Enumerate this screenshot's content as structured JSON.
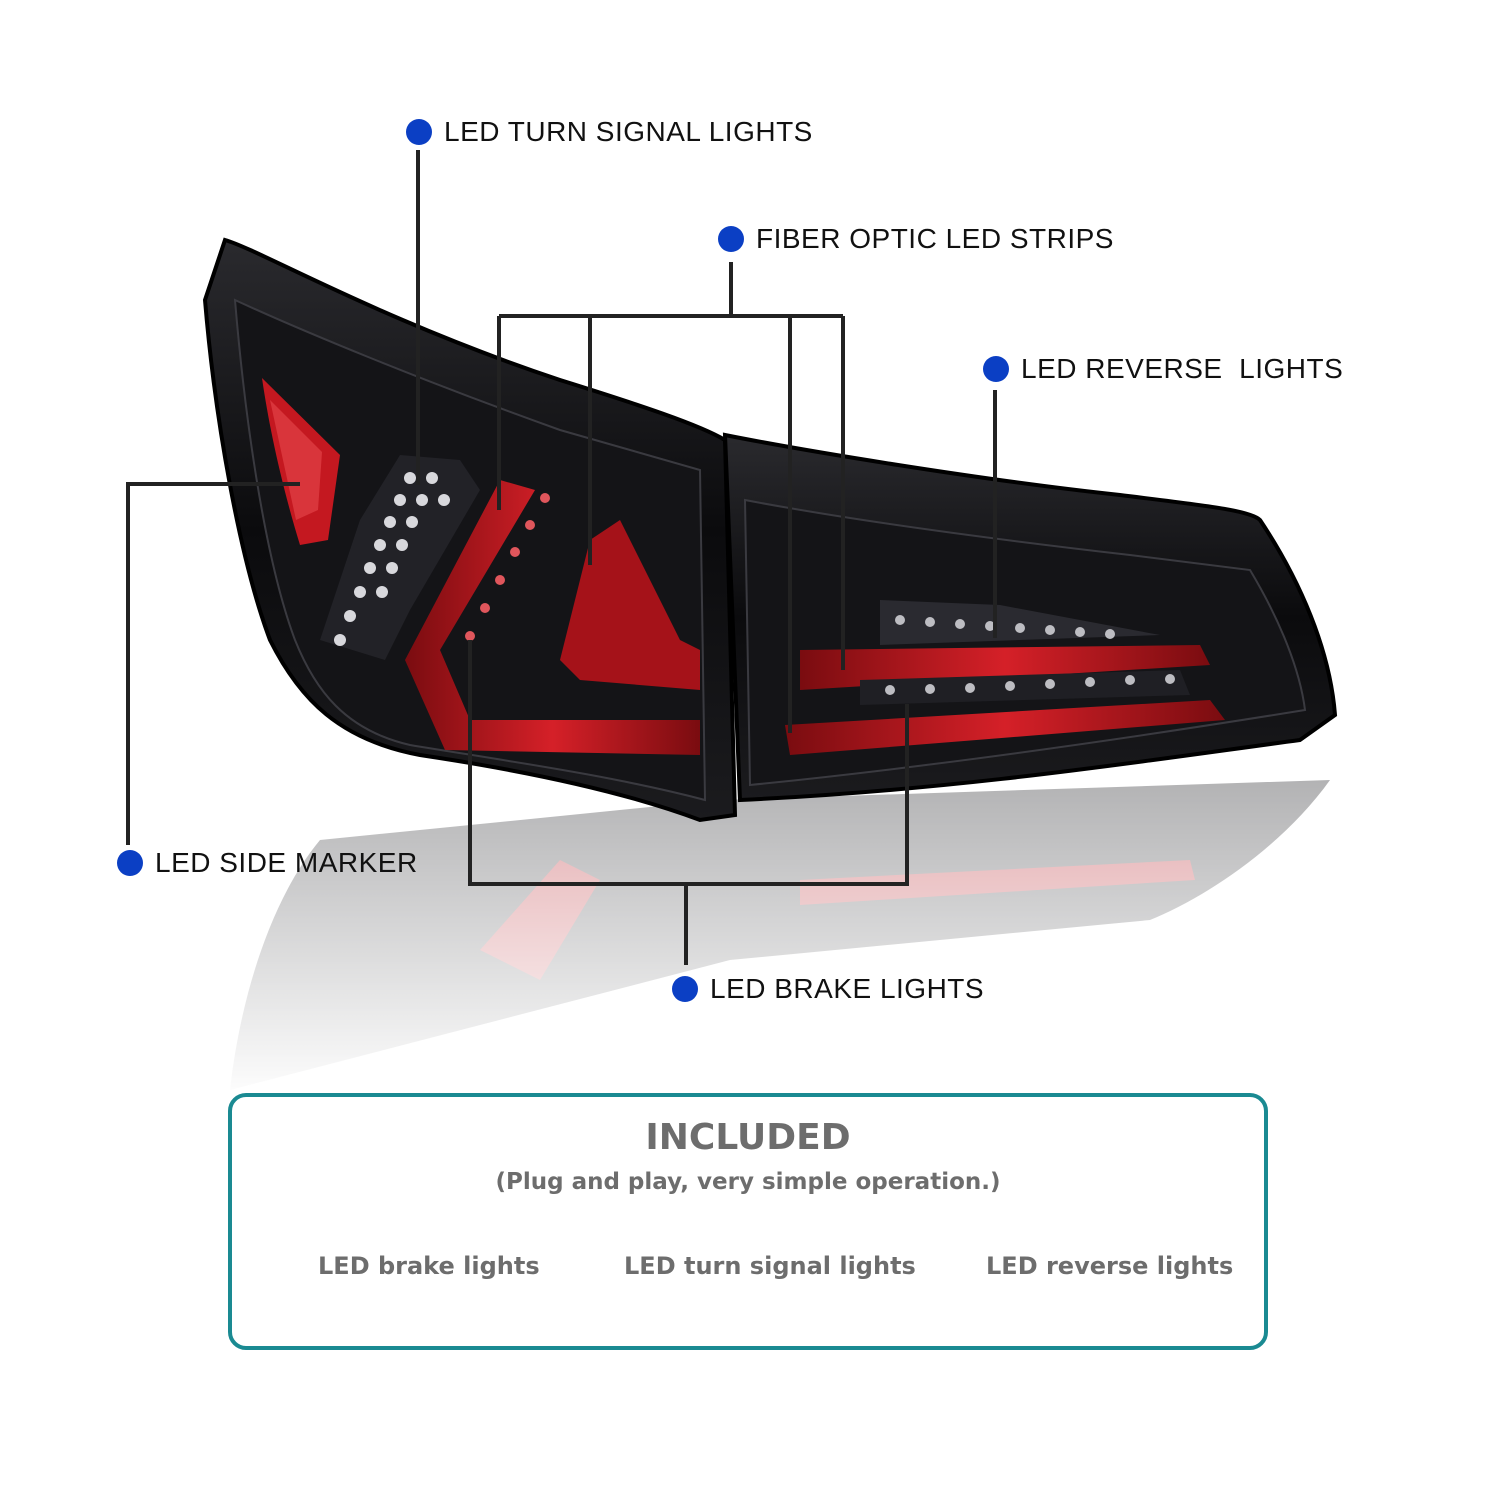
{
  "colors": {
    "dot": "#0b3fc4",
    "leader_line": "#222222",
    "box_border": "#1a8a92",
    "text_gray": "#6d6d6d",
    "lens_red": "#b3161e",
    "housing": "#0d0d0f"
  },
  "callouts": {
    "turn_signal": "LED TURN SIGNAL LIGHTS",
    "fiber_optic": "FIBER OPTIC LED STRIPS",
    "reverse": "LED REVERSE  LIGHTS",
    "side_marker": "LED SIDE MARKER",
    "brake": "LED BRAKE LIGHTS"
  },
  "included": {
    "title": "INCLUDED",
    "subtitle": "(Plug and play, very simple operation.)",
    "items": [
      "LED brake lights",
      "LED turn signal lights",
      "LED reverse lights"
    ]
  },
  "images": {
    "product": "smoked-black-led-tail-light-assembly",
    "reflection": "tail-light-reflection"
  }
}
